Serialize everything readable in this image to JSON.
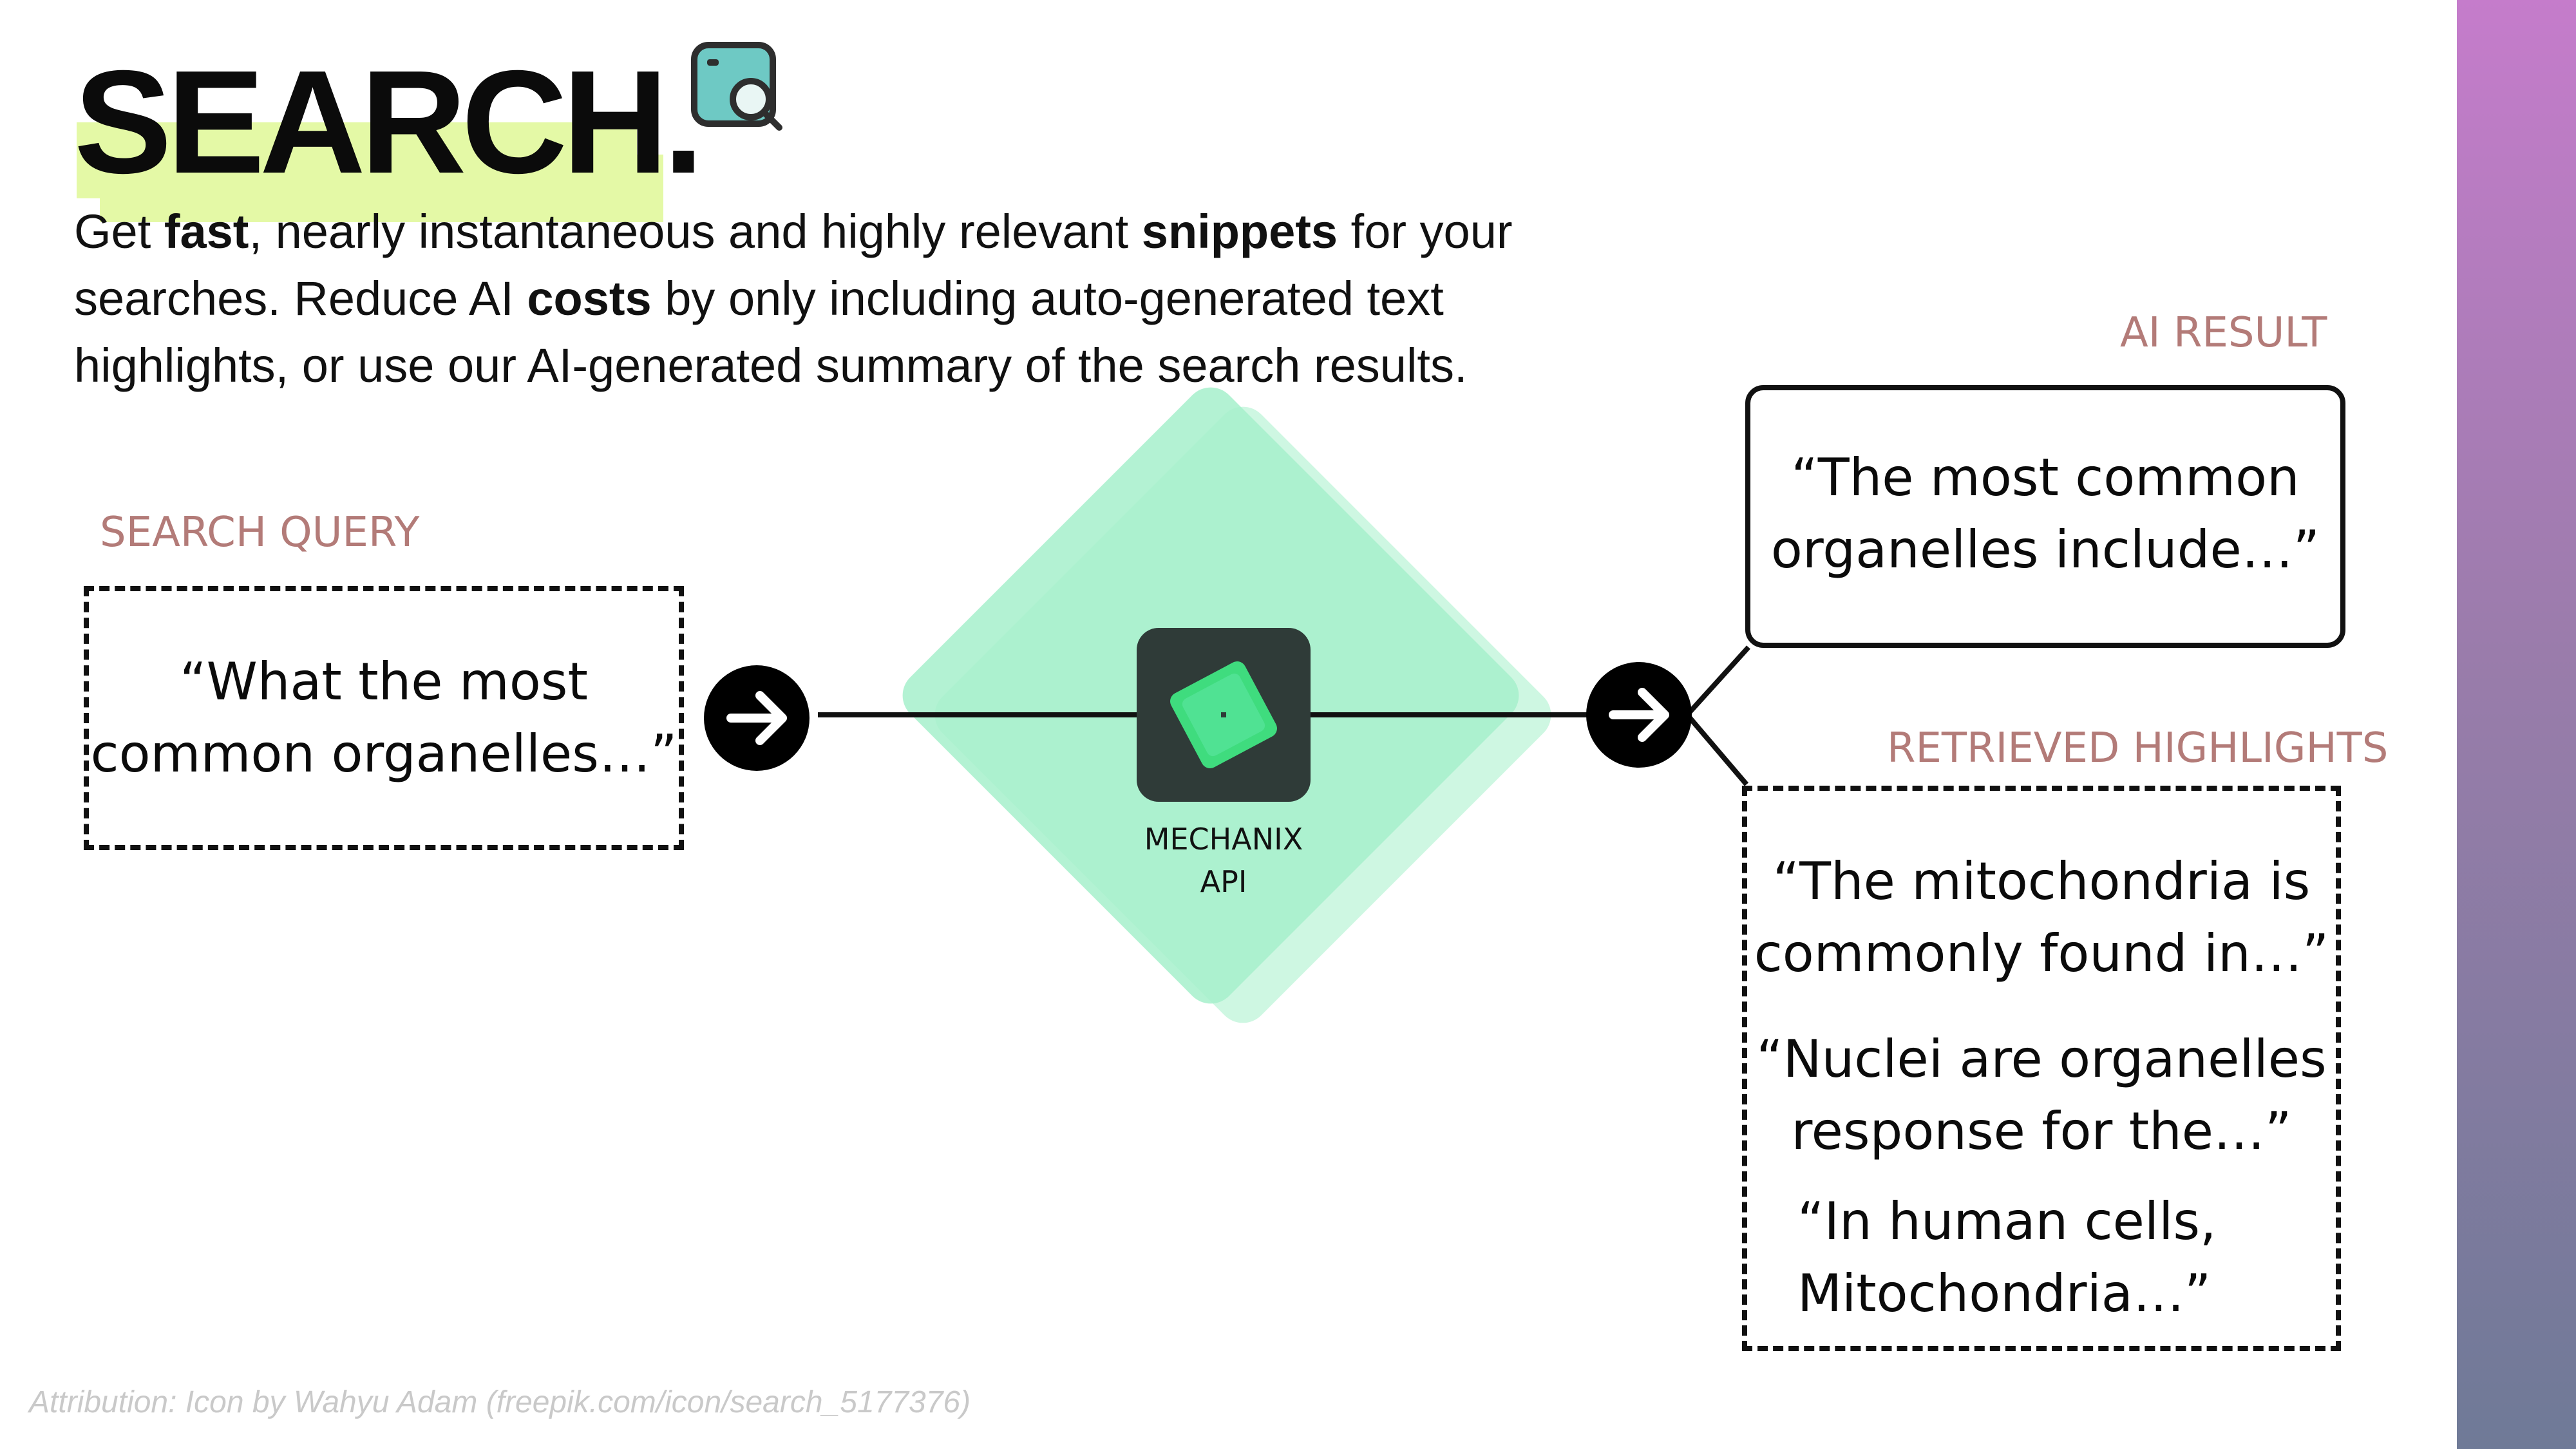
{
  "header": {
    "title": "SEARCH.",
    "icon": "search-window-icon"
  },
  "description": {
    "parts": [
      {
        "text": "Get ",
        "bold": false
      },
      {
        "text": "fast",
        "bold": true
      },
      {
        "text": ", nearly instantaneous and highly relevant ",
        "bold": false
      },
      {
        "text": "snippets",
        "bold": true
      },
      {
        "text": " for your searches. Reduce AI ",
        "bold": false
      },
      {
        "text": "costs",
        "bold": true
      },
      {
        "text": " by only including auto-generated text highlights, or use our AI-generated summary of the search results.",
        "bold": false
      }
    ]
  },
  "search_query": {
    "label": "SEARCH QUERY",
    "text": "“What the most\ncommon organelles…”"
  },
  "api": {
    "label": "MECHANIX\nAPI",
    "icon": "mechanix-logo-icon"
  },
  "ai_result": {
    "label": "AI RESULT",
    "text": "“The most common\norganelles include…”"
  },
  "retrieved": {
    "label": "RETRIEVED HIGHLIGHTS",
    "items": [
      "“The mitochondria is\ncommonly found in…”",
      "“Nuclei are organelles\nresponse for the…”",
      "“In human cells,\nMitochondria…”"
    ]
  },
  "attribution": "Attribution: Icon by Wahyu Adam (freepik.com/icon/search_5177376)",
  "colors": {
    "highlight": "#e4f9a6",
    "label": "#b37b78",
    "diamond": "#a6f0cb",
    "logo_bg": "#2f3b38",
    "logo_green": "#3fdc7e",
    "sidebar_top": "#c57ccb",
    "sidebar_bottom": "#6f7a97"
  }
}
